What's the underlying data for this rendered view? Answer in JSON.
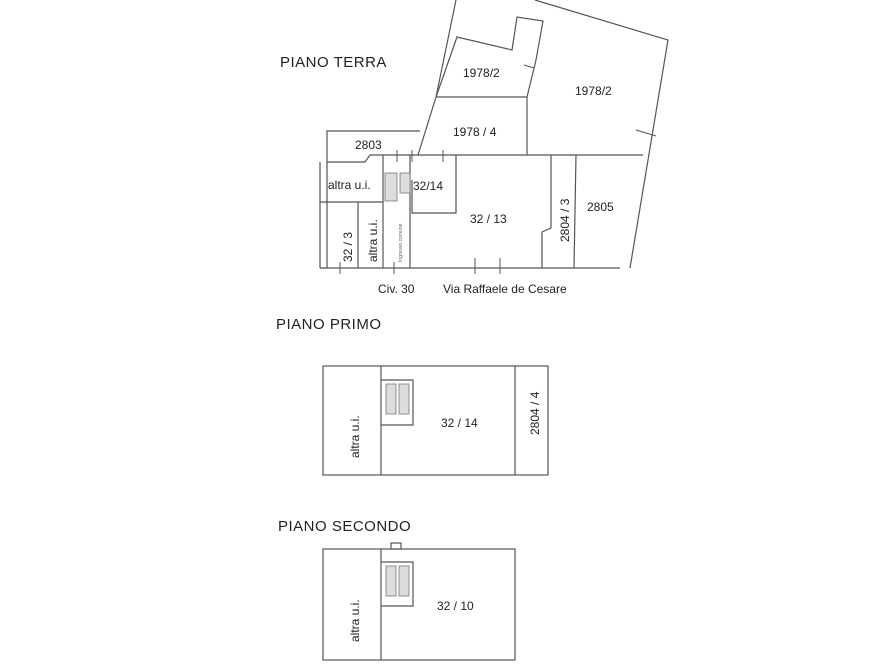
{
  "ground_floor": {
    "title": "PIANO  TERRA",
    "units": {
      "u1978_2_small": "1978/2",
      "u1978_2_large": "1978/2",
      "u1978_4": "1978 / 4",
      "u2803": "2803",
      "altra_ui_1": "altra u.i.",
      "u32_14": "32/14",
      "u32_3": "32  / 3",
      "altra_ui_2": "altra u.i.",
      "common_entrance": "Ingresso comune",
      "u32_13": "32 / 13",
      "u2804_3": "2804 / 3",
      "u2805": "2805"
    },
    "civic_number": "Civ. 30",
    "street": "Via Raffaele de Cesare"
  },
  "first_floor": {
    "title": "PIANO  PRIMO",
    "units": {
      "altra_ui": "altra u.i.",
      "u32_14": "32  / 14",
      "u2804_4": "2804 / 4"
    }
  },
  "second_floor": {
    "title": "PIANO  SECONDO",
    "units": {
      "altra_ui": "altra u.i.",
      "u32_10": "32 / 10"
    }
  }
}
